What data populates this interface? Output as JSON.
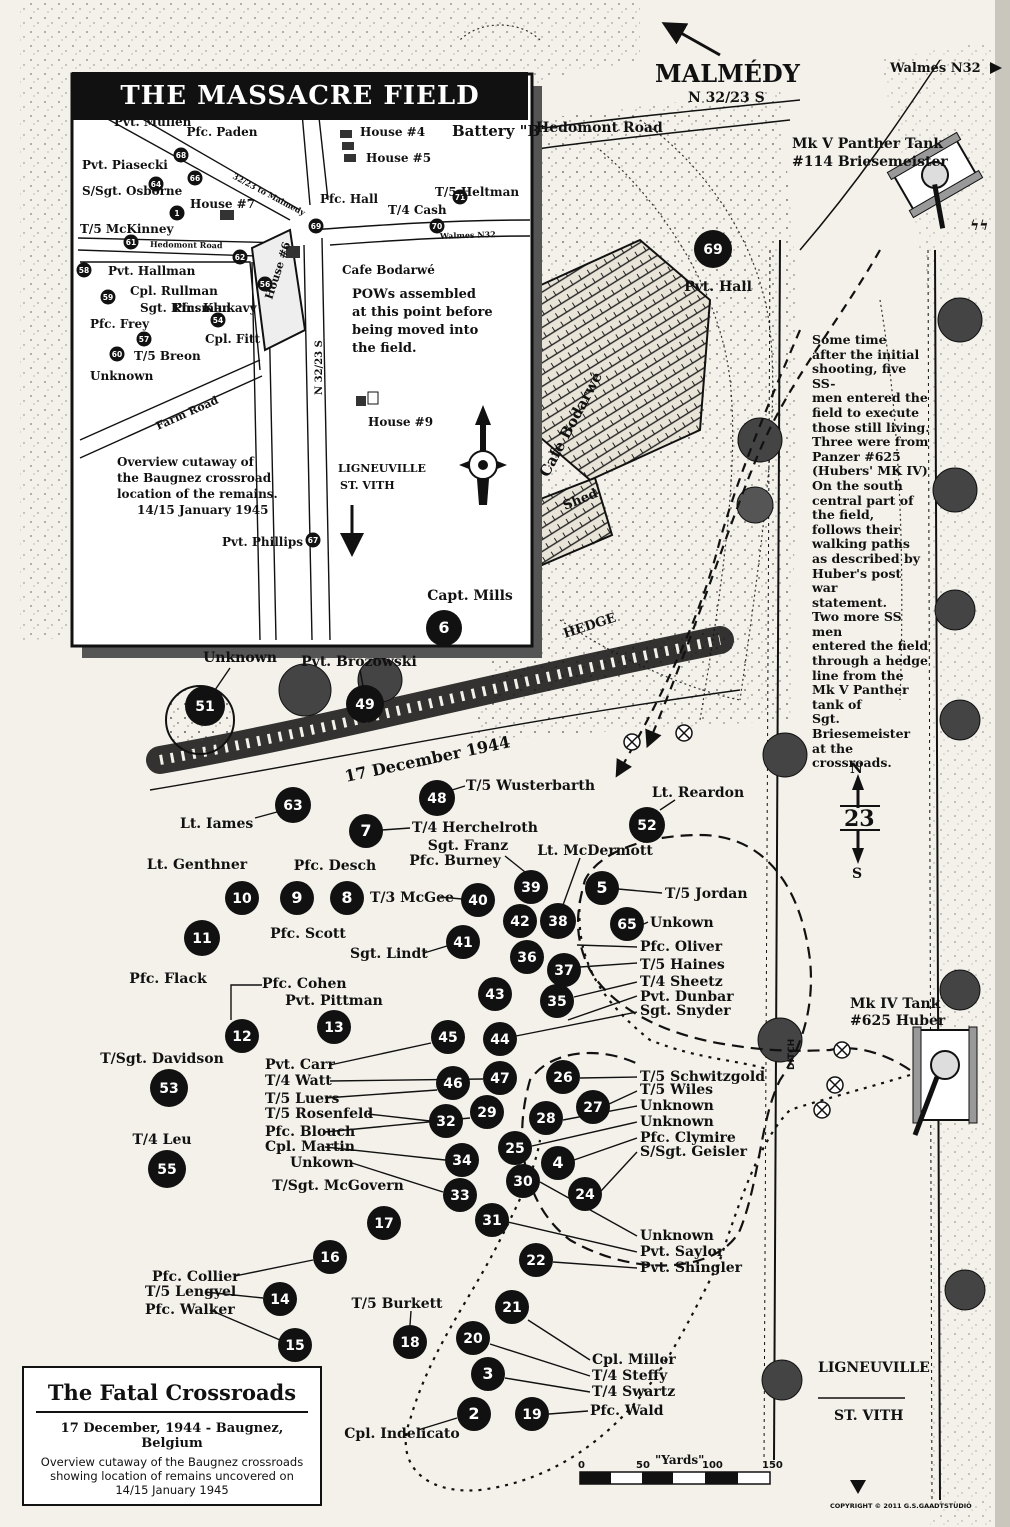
{
  "inset": {
    "title": "THE MASSACRE FIELD",
    "battery": "Battery \"B\"",
    "road_to_malmedy": "32/23 to Malmedy",
    "hedomont_road": "Hedomont Road",
    "walmes_road": "Walmes N32",
    "farm_road": "Farm Road",
    "n32_road": "N 32/23 S",
    "house4": "House #4",
    "house5": "House #5",
    "house6": "House #6",
    "house7": "House #7",
    "house9": "House #9",
    "cafe": "Cafe Bodarwé",
    "pows_note": [
      "POWs assembled",
      "at this point before",
      "being moved into",
      "the field."
    ],
    "overview": [
      "Overview cutaway of",
      "the Baugnez crossroad",
      "location of the remains.",
      "14/15 January 1945"
    ],
    "ligneuville": "LIGNEUVILLE",
    "stvith": "ST. VITH",
    "markers": [
      {
        "num": "68",
        "label": "Pfc. Paden"
      },
      {
        "num": "66",
        "label": "Pvt. Mullen"
      },
      {
        "num": "64",
        "label": "Pvt. Piasecki"
      },
      {
        "num": "1",
        "label": "S/Sgt. Osborne"
      },
      {
        "num": "61",
        "label": "T/5 McKinney"
      },
      {
        "num": "69",
        "label": "Pfc. Hall"
      },
      {
        "num": "71",
        "label": "T/5 Heltman"
      },
      {
        "num": "70",
        "label": "T/4 Cash"
      },
      {
        "num": "58",
        "label": "Pvt. Hallman"
      },
      {
        "num": "62",
        "label": "Cpl. Rullman"
      },
      {
        "num": "56",
        "label": "Sgt. Kinsman"
      },
      {
        "num": "",
        "label": "Pfc. Klukavy"
      },
      {
        "num": "59",
        "label": "Pfc. Frey"
      },
      {
        "num": "54",
        "label": "Cpl. Fitt"
      },
      {
        "num": "57",
        "label": "T/5 Breon"
      },
      {
        "num": "60",
        "label": "Unknown"
      },
      {
        "num": "67",
        "label": "Pvt. Phillips"
      }
    ]
  },
  "header": {
    "malmedy": "MALMÉDY",
    "malmedy_sub": "N 32/23 S",
    "walmes": "Walmes N32",
    "hedomont": "Hedomont Road",
    "panther": [
      "Mk V Panther Tank",
      "#114 Briesemeister"
    ],
    "cafe": "Cafe Bodarwé",
    "shed": "Shed",
    "hedge": "HEDGE",
    "date_banner": "17 December 1944",
    "ditch": "DITCH",
    "mk4": [
      "Mk IV Tank",
      "#625 Huber"
    ],
    "ligneuville": "LIGNEUVILLE",
    "stvith": "ST. VITH",
    "compass_n": "N",
    "compass_num": "23",
    "compass_s": "S",
    "scale_title": "\"Yards\"",
    "scale_ticks": [
      "0",
      "50",
      "100",
      "150"
    ],
    "copyright": "COPYRIGHT © 2011 G.S.GAADTSTUDIO"
  },
  "annotation": [
    "Some time",
    "after the initial",
    "shooting, five SS-",
    "men entered the",
    "field to execute",
    "those still living.",
    "Three were from",
    "Panzer #625",
    "(Hubers' MK IV)",
    "On the south",
    "central part of",
    "the field,",
    "follows their",
    "walking paths",
    "as described by",
    "Huber's post war",
    "statement.",
    "Two more SS men",
    "entered the field",
    "through a hedge",
    "line from the",
    "Mk V Panther",
    "tank of",
    "Sgt. Briesemeister",
    "at the crossroads."
  ],
  "legend": {
    "title": "The Fatal Crossroads",
    "date": "17 December, 1944 - Baugnez, Belgium",
    "desc": [
      "Overview cutaway of the Baugnez crossroads",
      "showing location of remains uncovered on",
      "14/15 January 1945"
    ]
  },
  "markers": [
    {
      "num": "69",
      "label": "Pvt. Hall"
    },
    {
      "num": "6",
      "label": "Capt. Mills"
    },
    {
      "num": "51",
      "label": "Unknown"
    },
    {
      "num": "49",
      "label": "Pvt. Brozowski"
    },
    {
      "num": "48",
      "label": "T/5 Wusterbarth"
    },
    {
      "num": "63",
      "label": "Lt. Iames"
    },
    {
      "num": "7",
      "label": "T/4 Herchelroth"
    },
    {
      "num": "52",
      "label": "Lt. Reardon"
    },
    {
      "num": "10",
      "label": "Lt. Genthner"
    },
    {
      "num": "9",
      "label": "Pfc. Scott"
    },
    {
      "num": "8",
      "label": "Pfc. Desch"
    },
    {
      "num": "40",
      "label": "T/3 McGee"
    },
    {
      "num": "39",
      "label": "Sgt. Franz"
    },
    {
      "num": "42",
      "label": "Pfc. Burney"
    },
    {
      "num": "38",
      "label": "Lt. McDermott"
    },
    {
      "num": "5",
      "label": "T/5 Jordan"
    },
    {
      "num": "65",
      "label": "Unkown"
    },
    {
      "num": "11",
      "label": "Pfc. Flack"
    },
    {
      "num": "41",
      "label": "Sgt. Lindt"
    },
    {
      "num": "36",
      "label": "Pfc. Oliver"
    },
    {
      "num": "37",
      "label": "T/5 Haines"
    },
    {
      "num": "35",
      "label": "T/4 Sheetz"
    },
    {
      "num": "43",
      "label": "Pvt. Dunbar"
    },
    {
      "num": "44",
      "label": "Sgt. Snyder"
    },
    {
      "num": "12",
      "label": "Pfc. Cohen"
    },
    {
      "num": "13",
      "label": "Pvt. Pittman"
    },
    {
      "num": "45",
      "label": "Pvt. Carr"
    },
    {
      "num": "53",
      "label": "T/Sgt. Davidson"
    },
    {
      "num": "47",
      "label": "T/4 Watt"
    },
    {
      "num": "46",
      "label": "T/5 Luers"
    },
    {
      "num": "32",
      "label": "T/5 Rosenfeld"
    },
    {
      "num": "29",
      "label": "Pfc. Blouch"
    },
    {
      "num": "34",
      "label": "Cpl. Martin"
    },
    {
      "num": "33",
      "label": "Unkown"
    },
    {
      "num": "26",
      "label": "T/5 Schwitzgold"
    },
    {
      "num": "27",
      "label": "T/5 Wiles"
    },
    {
      "num": "28",
      "label": "Unknown"
    },
    {
      "num": "25",
      "label": "Unknown"
    },
    {
      "num": "4",
      "label": "Pfc. Clymire"
    },
    {
      "num": "24",
      "label": "S/Sgt. Geisler"
    },
    {
      "num": "55",
      "label": "T/4 Leu"
    },
    {
      "num": "17",
      "label": "T/Sgt. McGovern"
    },
    {
      "num": "30",
      "label": "Unknown"
    },
    {
      "num": "31",
      "label": "Pvt. Saylor"
    },
    {
      "num": "22",
      "label": "Pvt. Shingler"
    },
    {
      "num": "16",
      "label": "Pfc. Collier"
    },
    {
      "num": "14",
      "label": "T/5 Lengyel"
    },
    {
      "num": "15",
      "label": "Pfc. Walker"
    },
    {
      "num": "18",
      "label": "T/5 Burkett"
    },
    {
      "num": "21",
      "label": "Cpl. Miller"
    },
    {
      "num": "20",
      "label": "T/4 Steffy"
    },
    {
      "num": "3",
      "label": "T/4 Swartz"
    },
    {
      "num": "19",
      "label": "Pfc. Wald"
    },
    {
      "num": "2",
      "label": "Cpl. Indelicato"
    }
  ]
}
